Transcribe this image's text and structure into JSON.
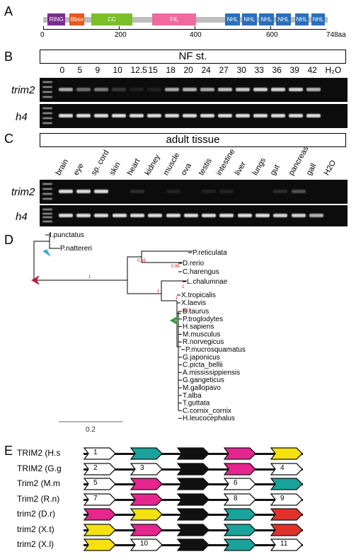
{
  "panels": {
    "a": "A",
    "b": "B",
    "c": "C",
    "d": "D",
    "e": "E"
  },
  "panel_a": {
    "length_label": "748aa",
    "scale_ticks": [
      "0",
      "200",
      "400",
      "600"
    ],
    "domains": [
      {
        "name": "RING",
        "color": "#7b2d8e",
        "start": 12,
        "end": 58
      },
      {
        "name": "Bbox",
        "color": "#e8581c",
        "start": 70,
        "end": 109
      },
      {
        "name": "CC",
        "color": "#7bbf2a",
        "start": 127,
        "end": 236
      },
      {
        "name": "FIL",
        "color": "#f06aa0",
        "start": 288,
        "end": 404
      },
      {
        "name": "NHL",
        "color": "#2a6fb8",
        "start": 481,
        "end": 520
      },
      {
        "name": "NHL",
        "color": "#2a6fb8",
        "start": 525,
        "end": 565
      },
      {
        "name": "NHL",
        "color": "#2a6fb8",
        "start": 570,
        "end": 610
      },
      {
        "name": "NHL",
        "color": "#2a6fb8",
        "start": 615,
        "end": 655
      },
      {
        "name": "NHL",
        "color": "#2a6fb8",
        "start": 665,
        "end": 702
      },
      {
        "name": "NHL",
        "color": "#2a6fb8",
        "start": 708,
        "end": 745
      }
    ]
  },
  "panel_b": {
    "header": "NF st.",
    "lanes": [
      "0",
      "5",
      "9",
      "10",
      "12.5",
      "15",
      "18",
      "20",
      "24",
      "27",
      "30",
      "33",
      "36",
      "39",
      "42",
      "H₂O"
    ],
    "rows": [
      "trim2",
      "h4"
    ],
    "trim2_intensity": [
      0.7,
      0.45,
      0.5,
      0.2,
      0.1,
      0.1,
      0.7,
      0.75,
      0.7,
      0.8,
      0.85,
      0.9,
      0.9,
      0.9,
      0.75,
      0
    ],
    "h4_intensity": [
      0.95,
      0.95,
      0.95,
      0.95,
      0.95,
      0.95,
      0.95,
      0.95,
      0.95,
      0.95,
      0.95,
      0.95,
      0.95,
      0.95,
      0.95,
      0
    ]
  },
  "panel_c": {
    "header": "adult tissue",
    "lanes": [
      "brain",
      "eye",
      "sp. cord",
      "skin",
      "heart",
      "kidney",
      "muscle",
      "ova",
      "testis",
      "intestine",
      "liver",
      "lungs",
      "gut",
      "pancreas",
      "gall",
      "H2O"
    ],
    "rows": [
      "trim2",
      "h4"
    ],
    "trim2_intensity": [
      0.95,
      0.95,
      0.95,
      0,
      0.15,
      0,
      0.1,
      0,
      0.1,
      0.1,
      0,
      0,
      0.15,
      0.3,
      0,
      0
    ],
    "h4_intensity": [
      0.95,
      0.95,
      0.95,
      0.95,
      0.95,
      0.95,
      0.95,
      0.95,
      0.95,
      0.95,
      0.95,
      0.95,
      0.9,
      0.9,
      0.75,
      0
    ]
  },
  "panel_d": {
    "scale_label": "0.2",
    "taxa": [
      "I.punctatus",
      "P.nattereri",
      "P.reticulata",
      "D.rerio",
      "C.harengus",
      "L.chalumnae",
      "X.tropicalis",
      "X.laevis",
      "B.taurus",
      "P.troglodytes",
      "H.sapiens",
      "M.musculus",
      "R.norvegicus",
      "P.mucrosquamatus",
      "G.japonicus",
      "C.picta_bellii",
      "A.mississippiensis",
      "G.gangeticus",
      "M.gallopavo",
      "T.alba",
      "T.guttata",
      "C.cornix_cornix",
      "H.leucocephalus"
    ],
    "support": [
      "1",
      "0.56",
      "0.98",
      "1",
      "1",
      "0.97",
      "1"
    ],
    "marker_colors": {
      "red": "#b0203a",
      "blue": "#3fa9c9",
      "green": "#3a9a3a"
    }
  },
  "panel_e": {
    "rows": [
      {
        "label": "TRIM2 (H.s",
        "blocks": [
          "w:1",
          "teal",
          "black",
          "pink",
          "yellow"
        ]
      },
      {
        "label": "TRIM2 (G.g",
        "blocks": [
          "w:2",
          "w:3",
          "black",
          "pink",
          "w:4"
        ]
      },
      {
        "label": "Trim2 (M.m",
        "blocks": [
          "w:5",
          "pink",
          "black",
          "w:6",
          "teal"
        ]
      },
      {
        "label": "Trim2 (R.n)",
        "blocks": [
          "w:7",
          "pink",
          "black",
          "w:8",
          "w:9"
        ]
      },
      {
        "label": "trim2 (D.r)",
        "blocks": [
          "pink",
          "yellow",
          "black",
          "teal",
          "red"
        ]
      },
      {
        "label": "trim2 (X.t)",
        "blocks": [
          "yellow",
          "pink",
          "black",
          "teal",
          "red"
        ]
      },
      {
        "label": "trim2 (X.l)",
        "blocks": [
          "yellow",
          "w:10",
          "black",
          "teal",
          "w:11"
        ]
      }
    ],
    "colors": {
      "teal": "#1aa39a",
      "black": "#111111",
      "pink": "#e6258f",
      "yellow": "#f4e10f",
      "red": "#e0322b"
    }
  }
}
